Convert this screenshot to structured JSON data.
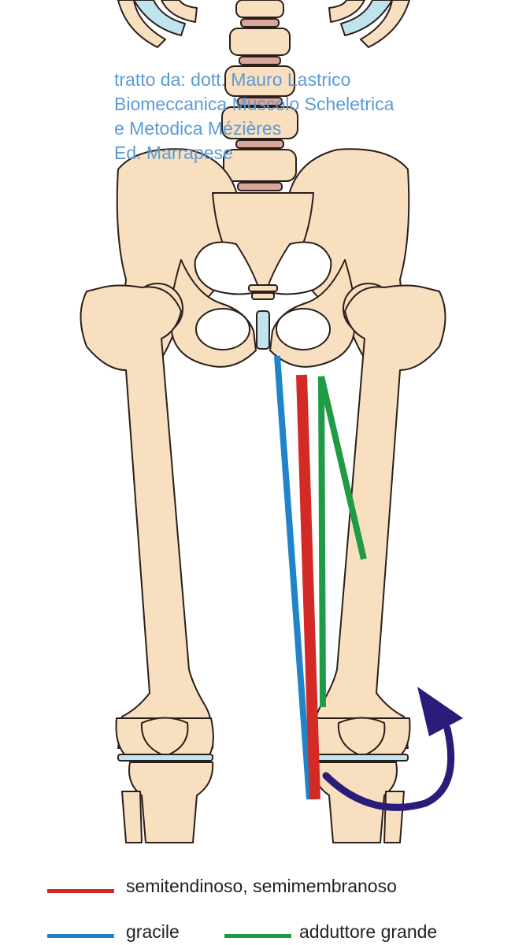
{
  "credit": {
    "line1": "tratto da: dott. Mauro Lastrico",
    "line2": "Biomeccanica Muscolo Scheletrica",
    "line3": "e Metodica Mézières",
    "line4": "Ed. Marrapese"
  },
  "legend": [
    {
      "label": "semitendinoso, semimembranoso",
      "color": "#d32a26"
    },
    {
      "label": "gracile",
      "color": "#1f84c9"
    },
    {
      "label": "adduttore grande",
      "color": "#1f9a45"
    }
  ],
  "colors": {
    "bone_fill": "#f8dfc0",
    "bone_stroke": "#2a1f1a",
    "cartilage": "#bfe4ee",
    "disc": "#d9a79a",
    "arrow": "#2b1c7a"
  },
  "icons": {
    "rotation_arrow": "curved-arrow-up-right"
  }
}
